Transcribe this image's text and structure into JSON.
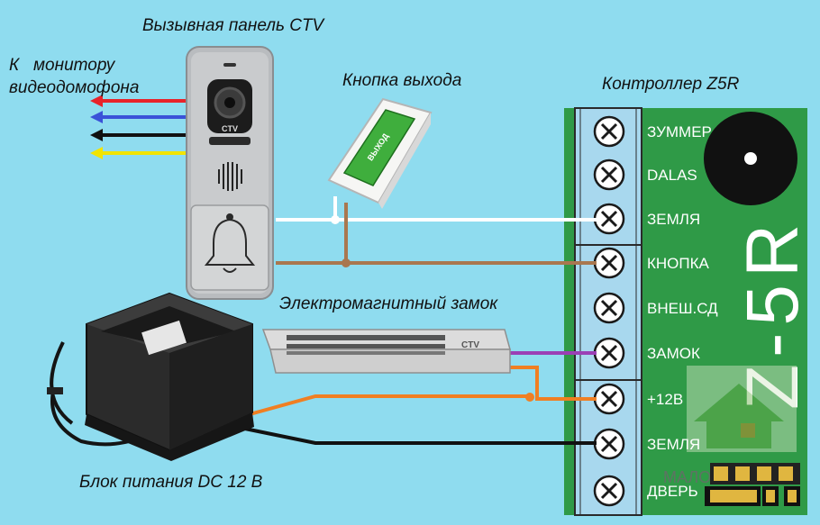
{
  "labels": {
    "panel_title": "Вызывная панель CTV",
    "monitor_line1": "К   монитору",
    "monitor_line2": "видеодомофона",
    "exit_button": "Кнопка выхода",
    "controller_title": "Контроллер Z5R",
    "lock_title": "Электромагнитный замок",
    "power_title": "Блок питания DC 12 В"
  },
  "panel": {
    "brand": "CTV"
  },
  "lock": {
    "brand": "CTV"
  },
  "exit_button_face": "ВЫХОД",
  "controller": {
    "board_mark": "Z-5R",
    "terminals": [
      "ЗУММЕР",
      "DALAS",
      "ЗЕМЛЯ",
      "КНОПКА",
      "ВНЕШ.СД",
      "ЗАМОК",
      "+12В",
      "ЗЕМЛЯ",
      "ДВЕРЬ"
    ]
  },
  "watermark": {
    "text": "МАЛО"
  },
  "colors": {
    "background": "#8fdcef",
    "board": "#2f9a47",
    "wire_red": "#e8232a",
    "wire_blue": "#3a52d8",
    "wire_black": "#111111",
    "wire_yellow": "#f2e400",
    "wire_white": "#ffffff",
    "wire_brown": "#a9774f",
    "wire_purple": "#9b3fb5",
    "wire_orange": "#f07f22"
  },
  "icons": [
    "arrow-left-icon",
    "bell-icon",
    "speaker-grille-icon",
    "camera-lens-icon",
    "buzzer-icon",
    "terminal-screw-icon",
    "house-watermark-icon"
  ]
}
